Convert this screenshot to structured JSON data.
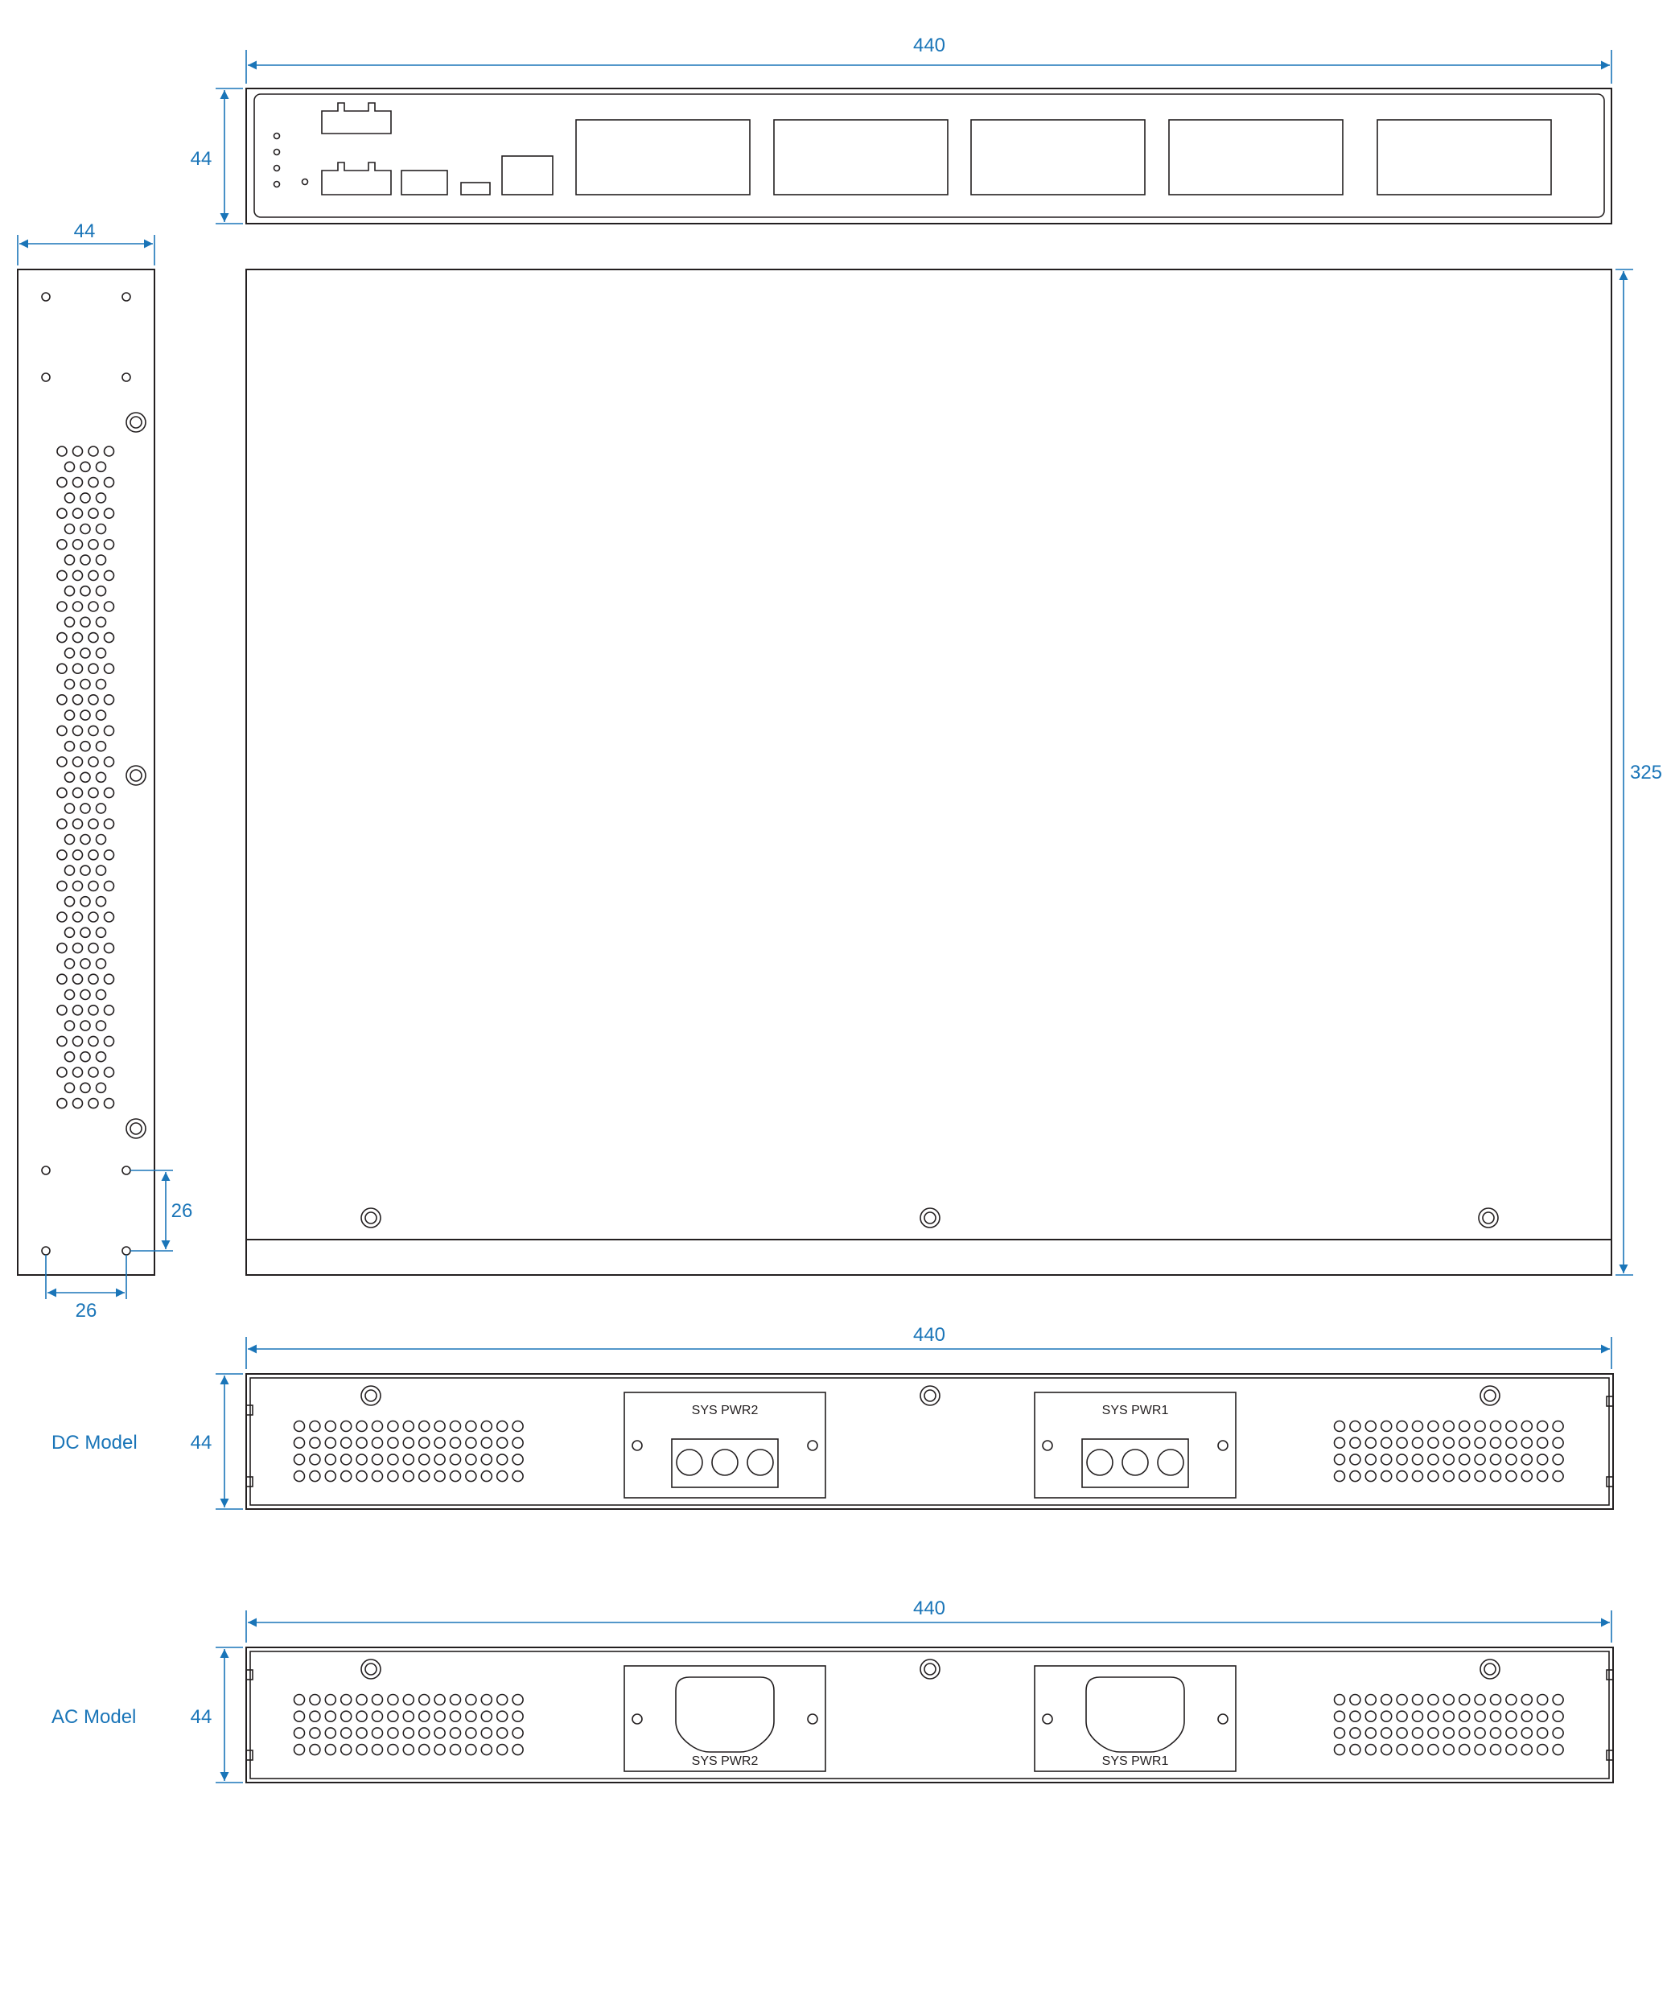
{
  "dimensions": {
    "front_width": "440",
    "front_height": "44",
    "side_depth": "44",
    "top_depth": "325",
    "side_hole_vertical": "26",
    "side_hole_horizontal": "26",
    "dc_width": "440",
    "dc_height": "44",
    "ac_width": "440",
    "ac_height": "44"
  },
  "models": {
    "dc_label": "DC Model",
    "ac_label": "AC Model"
  },
  "power_labels": {
    "pwr2": "SYS PWR2",
    "pwr1": "SYS PWR1"
  },
  "colors": {
    "dimension": "#1a75b8",
    "outline": "#231f20"
  }
}
